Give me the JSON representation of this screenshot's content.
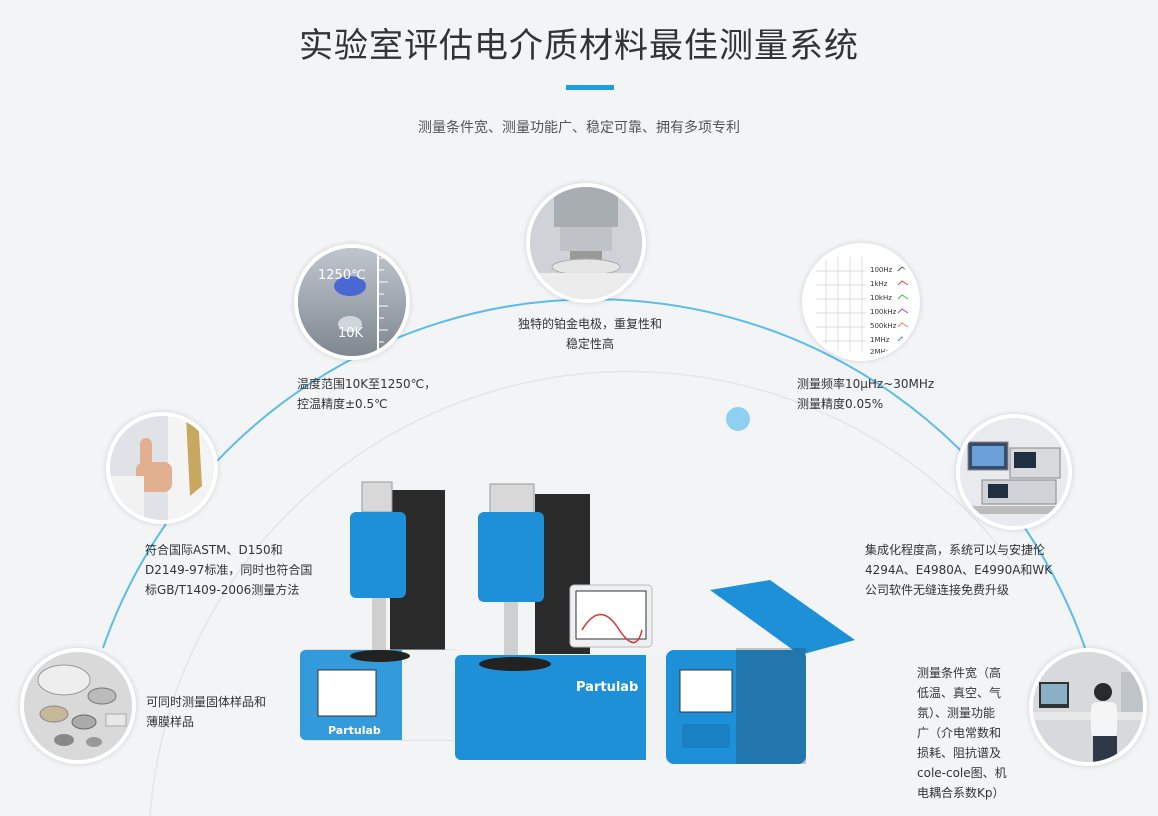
{
  "header": {
    "title": "实验室评估电介质材料最佳测量系统",
    "subtitle": "测量条件宽、测量功能广、稳定可靠、拥有多项专利"
  },
  "features": [
    {
      "icon": "sample-disks-icon",
      "text": "可同时测量固体样品和薄膜样品"
    },
    {
      "icon": "thumbs-up-icon",
      "text_lines": [
        "符合国际ASTM、D150和",
        "D2149-97标准，同时也符合国",
        "标GB/T1409-2006测量方法"
      ]
    },
    {
      "icon": "thermometer-icon",
      "text_lines": [
        "温度范围10K至1250℃，",
        "控温精度±0.5℃"
      ],
      "scale_top": "1250℃",
      "scale_bottom": "10K"
    },
    {
      "icon": "electrode-icon",
      "text_lines": [
        "独特的铂金电极，重复性和",
        "稳定性高"
      ]
    },
    {
      "icon": "frequency-chart-icon",
      "text_lines": [
        "测量频率10μHz~30MHz",
        "测量精度0.05%"
      ],
      "freqs": [
        "100Hz",
        "1kHz",
        "10kHz",
        "100kHz",
        "500kHz",
        "1MHz",
        "2MHz"
      ]
    },
    {
      "icon": "instruments-icon",
      "text_lines": [
        "集成化程度高，系统可以与安捷伦",
        "4294A、E4980A、E4990A和WK",
        "公司软件无缝连接免费升级"
      ]
    },
    {
      "icon": "lab-operator-icon",
      "text_lines": [
        "测量条件宽（高",
        "低温、真空、气",
        "氛）、测量功能",
        "广（介电常数和",
        "损耗、阻抗谱及",
        "cole-cole图、机",
        "电耦合系数Kp）"
      ]
    }
  ],
  "product": {
    "brand": "Partulab"
  },
  "colors": {
    "accent": "#1aa0e0",
    "arc": "#5bbde8",
    "device_blue": "#1e90d8"
  }
}
